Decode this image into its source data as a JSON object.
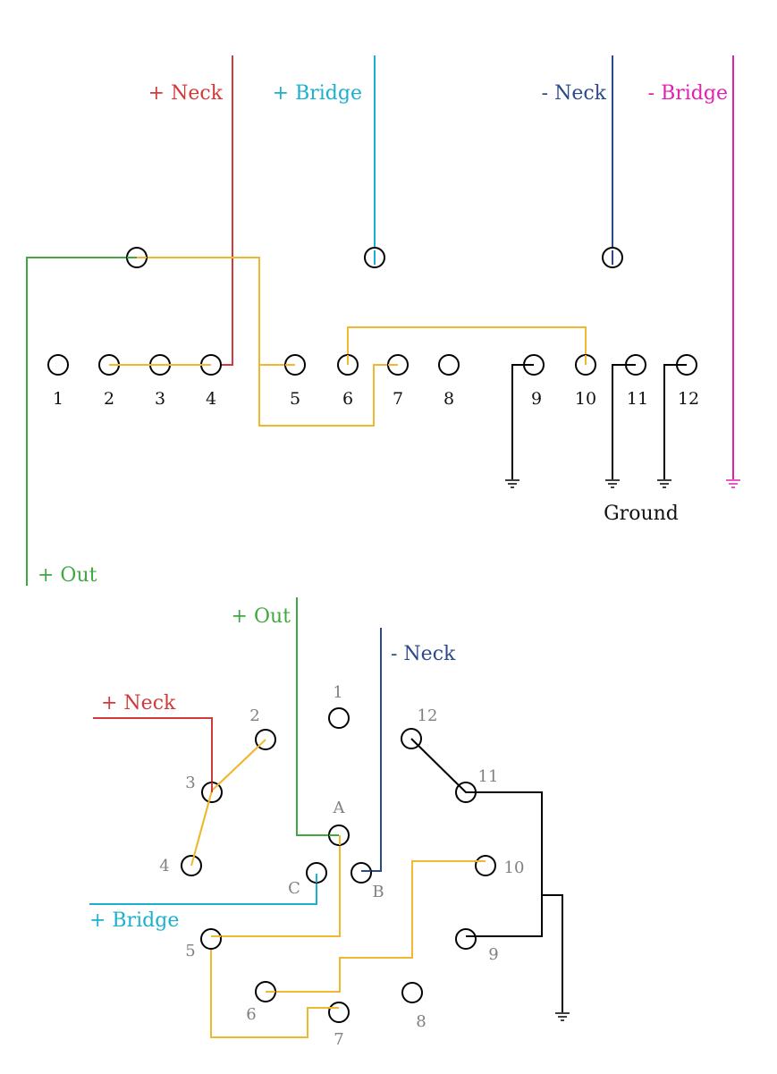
{
  "colors": {
    "neck_pos": "#d03a3a",
    "bridge_pos": "#1ab0d0",
    "neck_neg": "#2c4a8a",
    "bridge_neg": "#e020b0",
    "out": "#40a840",
    "jumper": "#f0b830",
    "ground": "#000000",
    "label_gray": "#808080"
  },
  "top": {
    "labels": {
      "neck_pos": "+ Neck",
      "bridge_pos": "+ Bridge",
      "neck_neg": "- Neck",
      "bridge_neg": "- Bridge",
      "out": "+ Out",
      "ground": "Ground"
    },
    "lug_numbers": [
      "1",
      "2",
      "3",
      "4",
      "5",
      "6",
      "7",
      "8",
      "9",
      "10",
      "11",
      "12"
    ]
  },
  "bottom": {
    "labels": {
      "out": "+ Out",
      "neck_neg": "- Neck",
      "neck_pos": "+ Neck",
      "bridge_pos": "+ Bridge"
    },
    "lug_numbers": [
      "1",
      "2",
      "3",
      "4",
      "5",
      "6",
      "7",
      "8",
      "9",
      "10",
      "11",
      "12"
    ],
    "center_labels": [
      "A",
      "B",
      "C"
    ]
  }
}
